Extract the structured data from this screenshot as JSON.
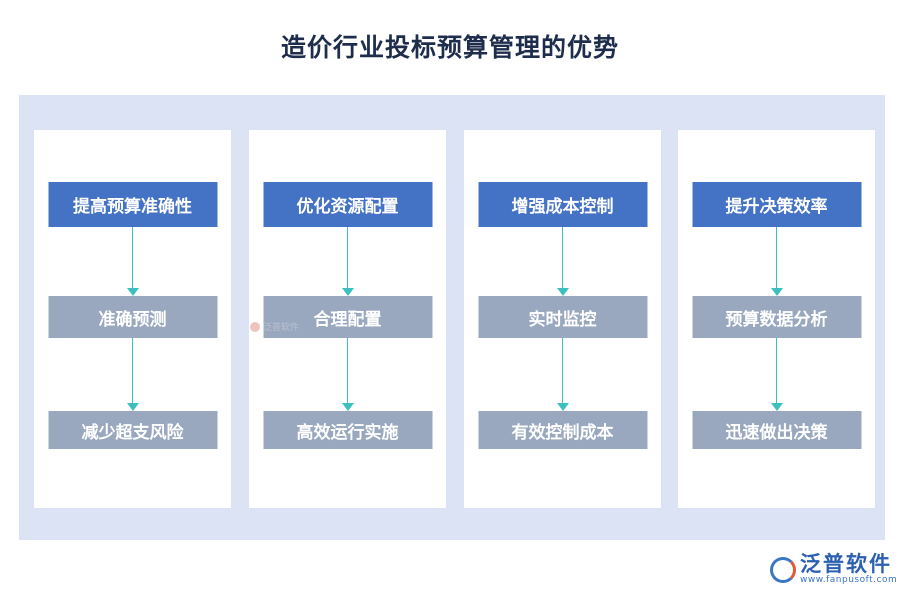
{
  "title": "造价行业投标预算管理的优势",
  "columns": [
    {
      "head": "提高预算准确性",
      "mid": "准确预测",
      "bottom": "减少超支风险"
    },
    {
      "head": "优化资源配置",
      "mid": "合理配置",
      "bottom": "高效运行实施"
    },
    {
      "head": "增强成本控制",
      "mid": "实时监控",
      "bottom": "有效控制成本"
    },
    {
      "head": "提升决策效率",
      "mid": "预算数据分析",
      "bottom": "迅速做出决策"
    }
  ],
  "watermark": "泛普软件",
  "logo": {
    "name": "泛普软件",
    "url": "www.fanpusoft.com"
  },
  "colors": {
    "primary": "#4472c4",
    "secondary": "#9aa8bf",
    "arrow": "#3bbfbf",
    "panel": "#dbe3f4"
  }
}
